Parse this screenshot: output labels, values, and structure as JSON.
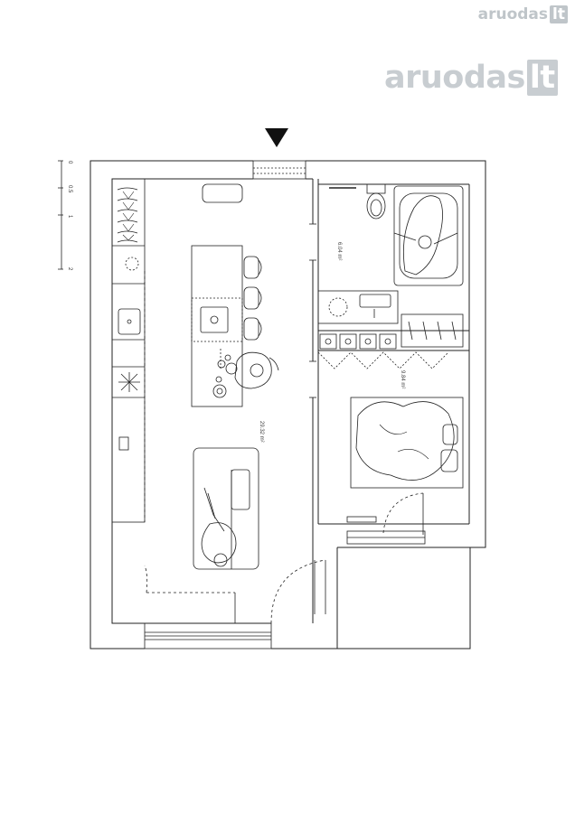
{
  "watermark": {
    "small_text": "aruodas",
    "small_badge": "lt",
    "big_text": "aruodas",
    "big_badge": "lt"
  },
  "scale_bar": {
    "ticks": [
      "0",
      "0.5",
      "1",
      "2"
    ]
  },
  "rooms": {
    "living": {
      "area_label": "29.32 m²"
    },
    "bathroom": {
      "area_label": "6.04 m²"
    },
    "bedroom": {
      "area_label": "9.84 m²"
    }
  },
  "icons": [
    "entrance-arrow-icon",
    "toilet-icon",
    "bathtub-icon",
    "sink-icon",
    "stove-icon",
    "bed-icon",
    "sofa-icon",
    "bar-stool-icon",
    "person-icon"
  ]
}
